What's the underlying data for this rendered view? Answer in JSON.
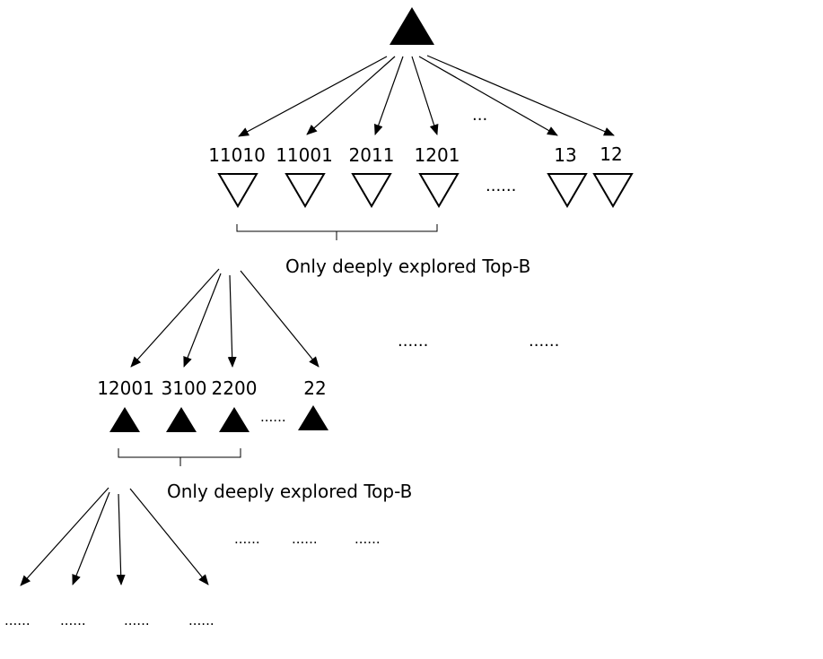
{
  "root": {
    "shape": "filled-up-triangle"
  },
  "level1": {
    "nodes": [
      {
        "label": "11010",
        "shape": "hollow-down-triangle"
      },
      {
        "label": "11001",
        "shape": "hollow-down-triangle"
      },
      {
        "label": "2011",
        "shape": "hollow-down-triangle"
      },
      {
        "label": "1201",
        "shape": "hollow-down-triangle"
      },
      {
        "label": "13",
        "shape": "hollow-down-triangle"
      },
      {
        "label": "12",
        "shape": "hollow-down-triangle"
      }
    ],
    "edge_ellipsis": "...",
    "node_ellipsis": "......",
    "caption": "Only deeply explored Top-B"
  },
  "level2": {
    "nodes": [
      {
        "label": "12001",
        "shape": "filled-up-triangle"
      },
      {
        "label": "3100",
        "shape": "filled-up-triangle"
      },
      {
        "label": "2200",
        "shape": "filled-up-triangle"
      },
      {
        "label": "22",
        "shape": "filled-up-triangle"
      }
    ],
    "node_ellipsis": "......",
    "side_ellipses": [
      "......",
      "......"
    ],
    "caption": "Only deeply explored Top-B"
  },
  "level3": {
    "side_ellipses": [
      "......",
      "......",
      "......"
    ],
    "leaf_ellipses": [
      "......",
      "......",
      "......",
      "......"
    ]
  }
}
